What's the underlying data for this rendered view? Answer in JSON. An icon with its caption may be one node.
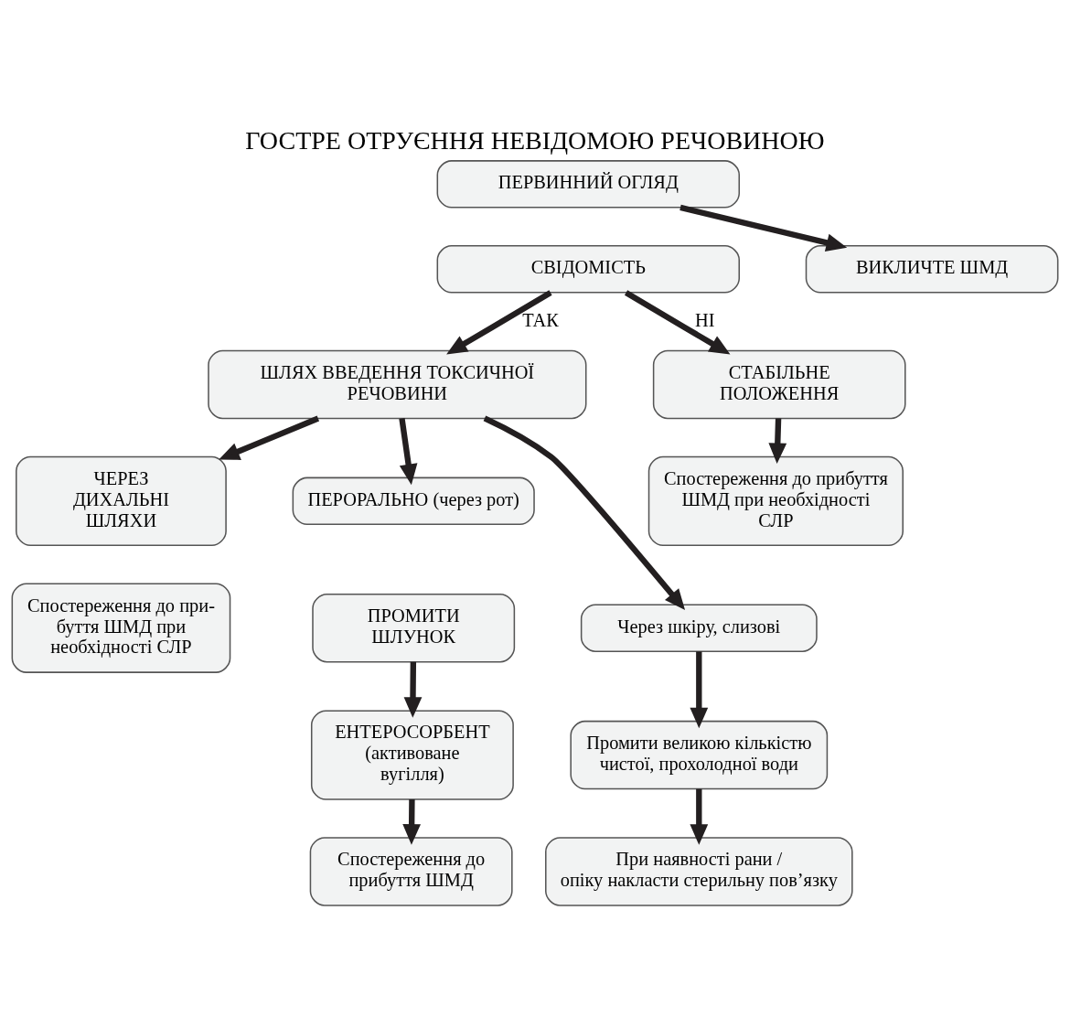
{
  "diagram": {
    "title": "ГОСТРЕ ОТРУЄННЯ НЕВІДОМОЮ РЕЧОВИНОЮ",
    "nodes": [
      {
        "text": [
          "ПЕРВИННИЙ ОГЛЯД"
        ]
      },
      {
        "text": [
          "ВИКЛИЧТЕ ШМД"
        ]
      },
      {
        "text": [
          "СВІДОМІСТЬ"
        ]
      },
      {
        "text": [
          "СТАБІЛЬНЕ ПОЛОЖЕННЯ"
        ]
      },
      {
        "text": [
          "ШЛЯХ ВВЕДЕННЯ ТОКСИЧНОЇ РЕЧОВИНИ"
        ]
      },
      {
        "text": [
          "Спостереження до прибуття ШМД при необхідності СЛР"
        ]
      },
      {
        "text": [
          "ЧЕРЕЗ ДИХАЛЬНІ ШЛЯХИ"
        ]
      },
      {
        "text": [
          "ПЕРОРАЛЬНО (через рот)"
        ]
      },
      {
        "text": [
          "Через шкіру, слизові"
        ]
      },
      {
        "text": [
          "Спостереження до при- буття ШМД при необхідності СЛР"
        ]
      },
      {
        "text": [
          "ПРОМИТИ ШЛУНОК"
        ]
      },
      {
        "text": [
          "Промити великою кількістю чистої, прохолодної води"
        ]
      },
      {
        "text": [
          "ЕНТЕРОСОРБЕНТ (активоване вугілля)"
        ]
      },
      {
        "text": [
          "При наявності рани / опіку накласти стерильну пов’язку"
        ]
      },
      {
        "text": [
          "Спостереження до прибуття ШМД"
        ]
      }
    ],
    "edges": [
      {
        "from": 0,
        "to": 1,
        "arrow": "to"
      },
      {
        "from": 2,
        "to": 4,
        "arrow": "to",
        "label": "ТАК"
      },
      {
        "from": 2,
        "to": 3,
        "arrow": "to",
        "label": "НІ"
      },
      {
        "from": 3,
        "to": 5,
        "arrow": "to"
      },
      {
        "from": 4,
        "to": 6,
        "arrow": "to"
      },
      {
        "from": 4,
        "to": 7,
        "arrow": "to"
      },
      {
        "from": 4,
        "to": 8,
        "arrow": "to"
      },
      {
        "from": 8,
        "to": 11,
        "arrow": "to"
      },
      {
        "from": 11,
        "to": 13,
        "arrow": "to"
      },
      {
        "from": 10,
        "to": 12,
        "arrow": "to"
      },
      {
        "from": 12,
        "to": 14,
        "arrow": "to"
      }
    ]
  }
}
